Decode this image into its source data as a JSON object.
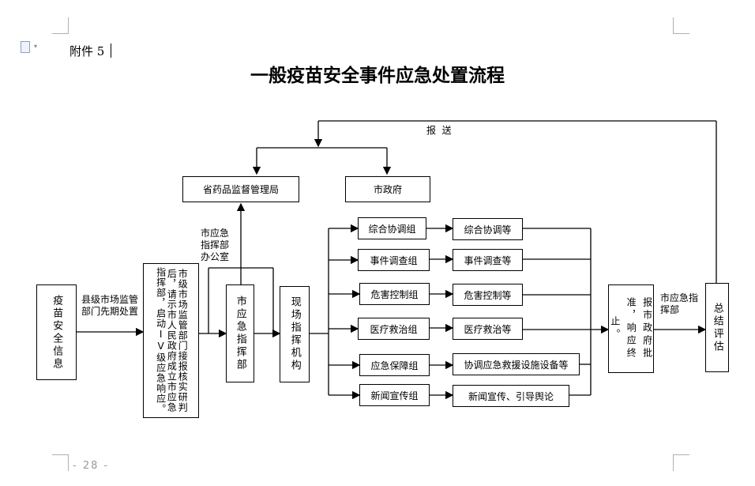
{
  "annex_label": "附件 5",
  "title": "一般疫苗安全事件应急处置流程",
  "page_number": "- 28 -",
  "report_label": "报  送",
  "nodes": {
    "info": "疫苗安全信息",
    "county_label": "县级市场监管部门先期处置",
    "city_report": "市级市场监管部门接报核实研判后，请示市人民政府成立市应急指挥部，启动IV级应急响应。",
    "command_hq": "市应急指挥部",
    "hq_office": "市应急指挥部办公室",
    "province": "省药品监督管理局",
    "city_gov": "市政府",
    "site": "现场指挥机构",
    "groups": [
      {
        "name": "综合协调组",
        "task": "综合协调等"
      },
      {
        "name": "事件调查组",
        "task": "事件调查等"
      },
      {
        "name": "危害控制组",
        "task": "危害控制等"
      },
      {
        "name": "医疗救治组",
        "task": "医疗救治等"
      },
      {
        "name": "应急保障组",
        "task": "协调应急救援设施设备等"
      },
      {
        "name": "新闻宣传组",
        "task": "新闻宣传、引导舆论"
      }
    ],
    "approve": "报市政府批准，响应终止。",
    "eval_label": "市应急指挥部",
    "evaluate": "总结评估"
  }
}
